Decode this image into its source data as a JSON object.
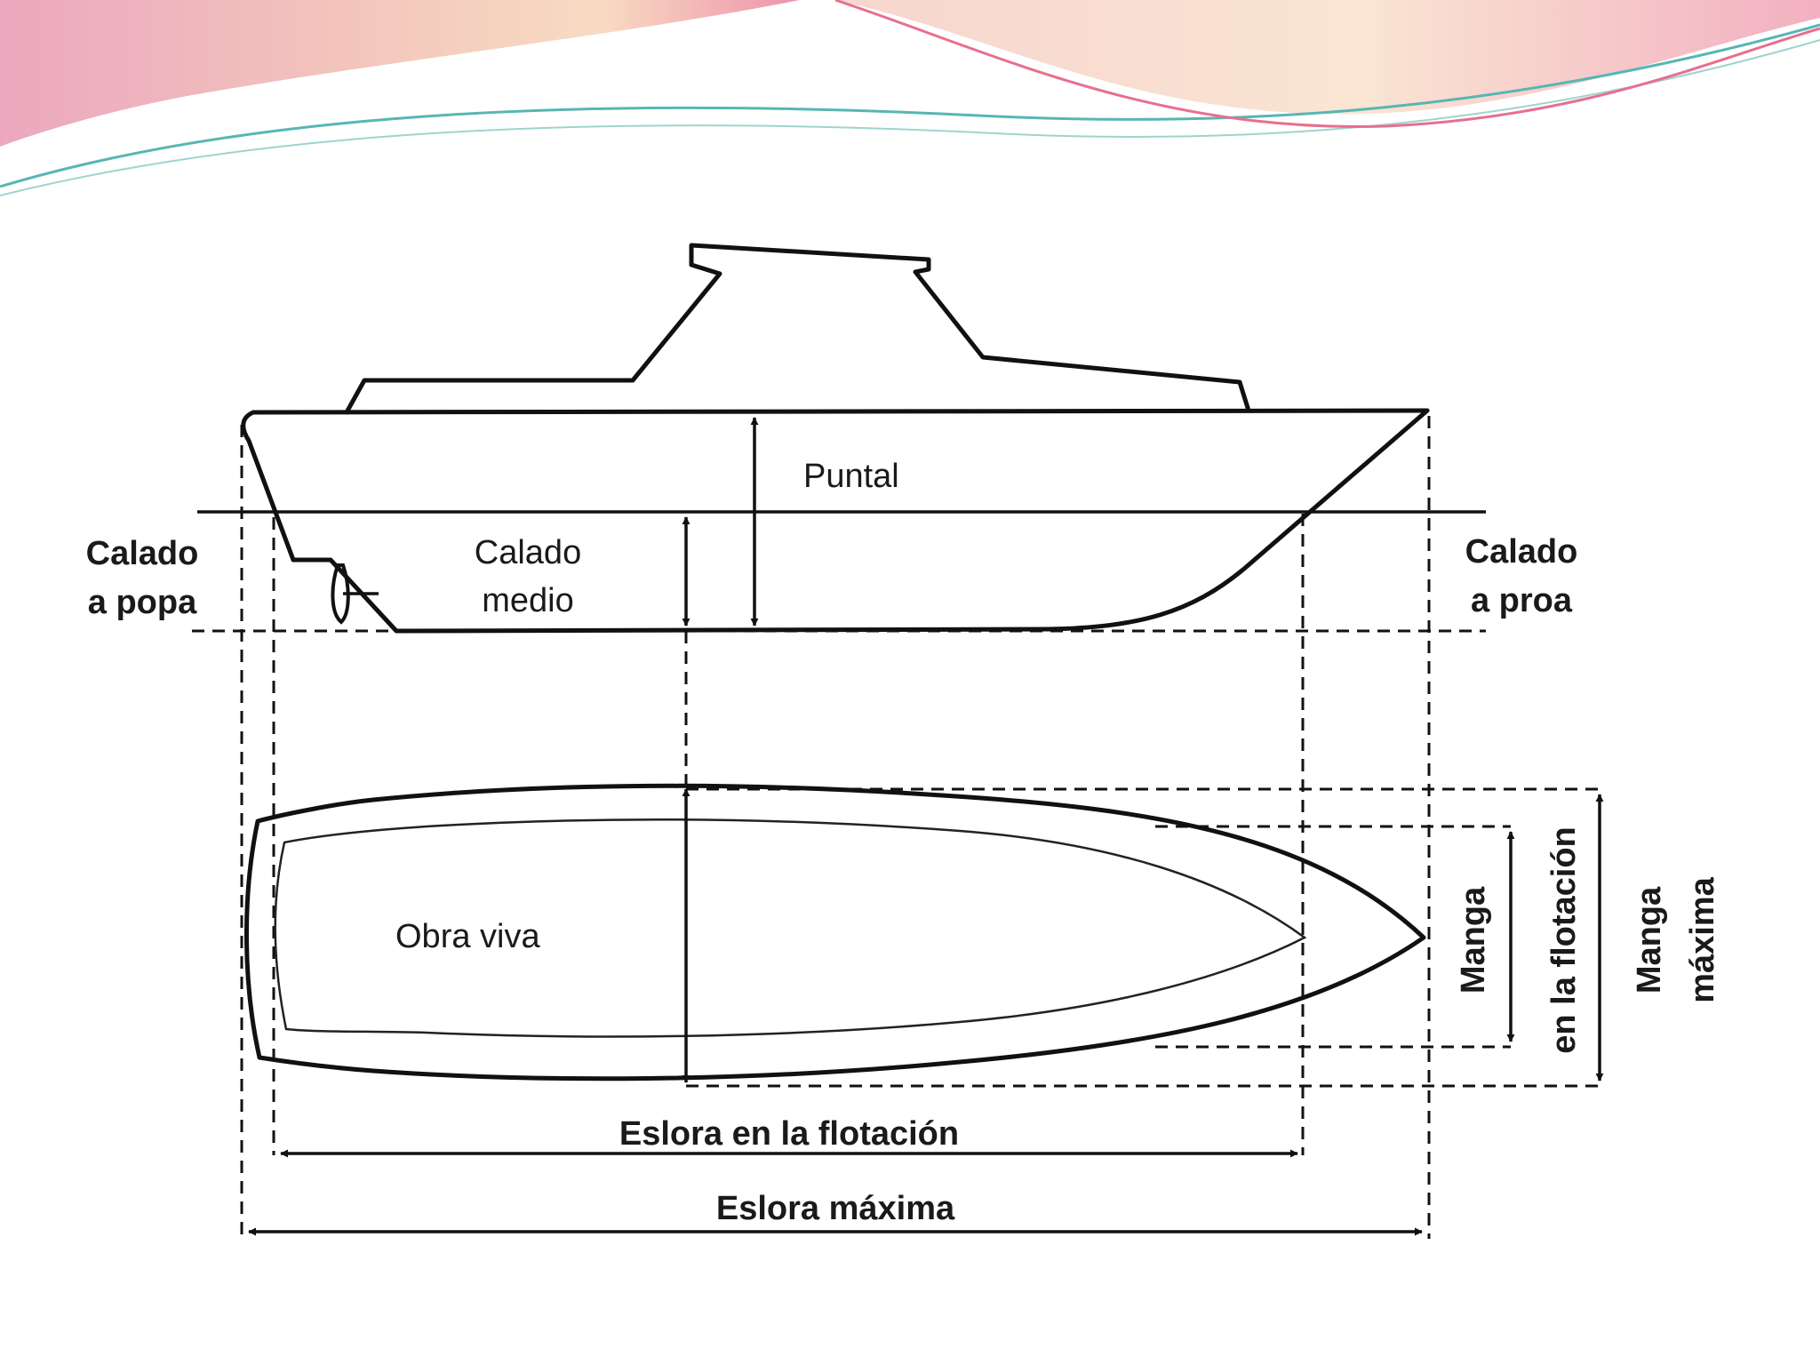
{
  "labels": {
    "puntal": "Puntal",
    "calado_popa_1": "Calado",
    "calado_popa_2": "a popa",
    "calado_medio_1": "Calado",
    "calado_medio_2": "medio",
    "calado_proa_1": "Calado",
    "calado_proa_2": "a proa",
    "obra_viva": "Obra viva",
    "manga_flotacion_1": "Manga",
    "manga_flotacion_2": "en la flotación",
    "manga_maxima_1": "Manga",
    "manga_maxima_2": "máxima",
    "eslora_flotacion": "Eslora en la flotación",
    "eslora_maxima": "Eslora máxima"
  },
  "colors": {
    "ink": "#111111",
    "banner_pink": "#e889a8",
    "banner_peach": "#f3c0a2",
    "banner_teal": "#57b6b4"
  }
}
